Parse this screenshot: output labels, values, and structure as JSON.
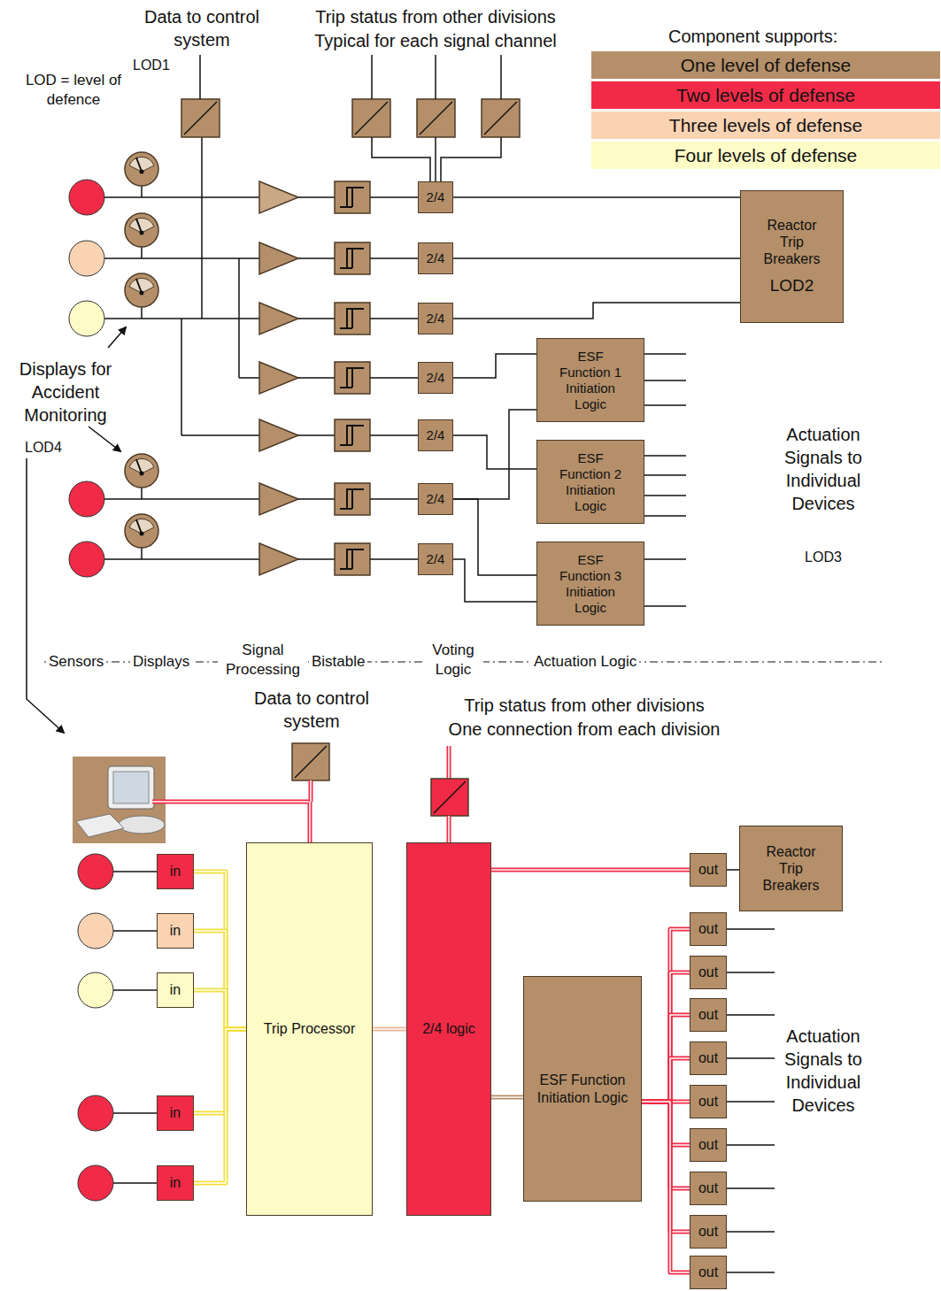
{
  "diagram": {
    "nodes": [
      {
        "text": [
          "2/4"
        ]
      },
      {
        "text": [
          "2/4"
        ]
      },
      {
        "text": [
          "2/4"
        ]
      },
      {
        "text": [
          "2/4"
        ]
      },
      {
        "text": [
          "2/4"
        ]
      },
      {
        "text": [
          "2/4"
        ]
      },
      {
        "text": [
          "2/4"
        ]
      },
      {
        "text": [
          "Reactor Trip Breakers",
          "LOD2"
        ]
      },
      {
        "text": [
          "ESF Function 1 Initiation Logic"
        ]
      },
      {
        "text": [
          "ESF Function 2 Initiation Logic"
        ]
      },
      {
        "text": [
          "ESF Function 3 Initiation Logic"
        ]
      },
      {
        "text": [
          "in"
        ]
      },
      {
        "text": [
          "in"
        ]
      },
      {
        "text": [
          "in"
        ]
      },
      {
        "text": [
          "in"
        ]
      },
      {
        "text": [
          "in"
        ]
      },
      {
        "text": [
          "Trip Processor"
        ]
      },
      {
        "text": [
          "2/4 logic"
        ]
      },
      {
        "text": [
          "ESF Function Initiation Logic"
        ]
      },
      {
        "text": [
          "Reactor Trip Breakers"
        ]
      },
      {
        "text": [
          "out"
        ]
      },
      {
        "text": [
          "out"
        ]
      },
      {
        "text": [
          "out"
        ]
      },
      {
        "text": [
          "out"
        ]
      },
      {
        "text": [
          "out"
        ]
      },
      {
        "text": [
          "out"
        ]
      },
      {
        "text": [
          "out"
        ]
      },
      {
        "text": [
          "out"
        ]
      },
      {
        "text": [
          "out"
        ]
      },
      {
        "text": [
          "out"
        ]
      }
    ],
    "edges": [
      {
        "from": 0,
        "to": 7,
        "arrow": "none"
      },
      {
        "from": 1,
        "to": 7,
        "arrow": "none"
      },
      {
        "from": 2,
        "to": 7,
        "arrow": "none"
      },
      {
        "from": 3,
        "to": 8,
        "arrow": "none"
      },
      {
        "from": 4,
        "to": 9,
        "arrow": "none"
      },
      {
        "from": 5,
        "to": 8,
        "arrow": "none"
      },
      {
        "from": 5,
        "to": 10,
        "arrow": "none"
      },
      {
        "from": 6,
        "to": 10,
        "arrow": "none"
      },
      {
        "from": 11,
        "to": 16,
        "arrow": "none"
      },
      {
        "from": 12,
        "to": 16,
        "arrow": "none"
      },
      {
        "from": 13,
        "to": 16,
        "arrow": "none"
      },
      {
        "from": 14,
        "to": 16,
        "arrow": "none"
      },
      {
        "from": 15,
        "to": 16,
        "arrow": "none"
      },
      {
        "from": 16,
        "to": 17,
        "arrow": "none"
      },
      {
        "from": 17,
        "to": 20,
        "arrow": "none"
      },
      {
        "from": 20,
        "to": 19,
        "arrow": "none"
      },
      {
        "from": 17,
        "to": 18,
        "arrow": "none"
      },
      {
        "from": 18,
        "to": 21,
        "arrow": "none"
      },
      {
        "from": 18,
        "to": 22,
        "arrow": "none"
      },
      {
        "from": 18,
        "to": 23,
        "arrow": "none"
      },
      {
        "from": 18,
        "to": 24,
        "arrow": "none"
      },
      {
        "from": 18,
        "to": 25,
        "arrow": "none"
      },
      {
        "from": 18,
        "to": 26,
        "arrow": "none"
      },
      {
        "from": 18,
        "to": 27,
        "arrow": "none"
      },
      {
        "from": 18,
        "to": 28,
        "arrow": "none"
      },
      {
        "from": 18,
        "to": 29,
        "arrow": "none"
      }
    ],
    "labels": [
      "Data to control system",
      "LOD1",
      "LOD = level of defence",
      "Trip status from other divisions",
      "Typical for each signal channel",
      "Component supports:",
      "Displays for Accident Monitoring",
      "LOD4",
      "Actuation Signals to Individual Devices",
      "LOD3",
      "Sensors",
      "Displays",
      "Signal Processing",
      "Bistable",
      "Voting Logic",
      "Actuation Logic",
      "Data to control system",
      "Trip status from other divisions",
      "One connection from each division",
      "Actuation Signals to Individual Devices"
    ],
    "legend": [
      {
        "text": "One level of defense",
        "color": "#b48f69"
      },
      {
        "text": "Two levels of defense",
        "color": "#f12b47"
      },
      {
        "text": "Three levels of defense",
        "color": "#fad3b3"
      },
      {
        "text": "Four levels of defense",
        "color": "#fdfbc6"
      }
    ]
  }
}
